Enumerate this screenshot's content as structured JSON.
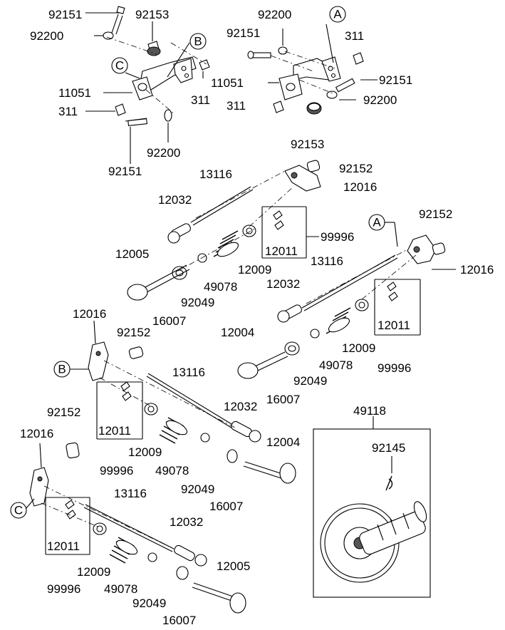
{
  "labels": {
    "l_92151_a": "92151",
    "l_92153_a": "92153",
    "l_92200_a": "92200",
    "l_11051_a": "11051",
    "l_311_a1": "311",
    "l_311_a2": "311",
    "l_92200_a2": "92200",
    "l_92151_a2": "92151",
    "l_92200_b": "92200",
    "l_92151_b": "92151",
    "l_311_b1": "311",
    "l_92151_b2": "92151",
    "l_11051_b": "11051",
    "l_92200_b2": "92200",
    "l_311_b2": "311",
    "l_92153_b": "92153",
    "l_13116_1": "13116",
    "l_92152_1": "92152",
    "l_12032_1": "12032",
    "l_12016_1": "12016",
    "l_99996_1": "99996",
    "l_12011_1": "12011",
    "l_12005_1": "12005",
    "l_12009_1": "12009",
    "l_49078_1": "49078",
    "l_92049_1": "92049",
    "l_16007_1": "16007",
    "l_92152_2": "92152",
    "l_12016_2": "12016",
    "l_13116_2": "13116",
    "l_12032_2": "12032",
    "l_12011_2": "12011",
    "l_12004_2": "12004",
    "l_12009_2": "12009",
    "l_99996_2": "99996",
    "l_49078_2": "49078",
    "l_92049_2": "92049",
    "l_16007_2": "16007",
    "l_12016_3": "12016",
    "l_92152_3": "92152",
    "l_13116_3": "13116",
    "l_12032_3": "12032",
    "l_12011_3": "12011",
    "l_12004_3": "12004",
    "l_12009_3": "12009",
    "l_99996_3": "99996",
    "l_49078_3": "49078",
    "l_92049_3": "92049",
    "l_16007_3": "16007",
    "l_92152_4": "92152",
    "l_12016_4": "12016",
    "l_13116_4": "13116",
    "l_12011_4": "12011",
    "l_12032_4": "12032",
    "l_12009_4": "12009",
    "l_12005_4": "12005",
    "l_99996_4": "99996",
    "l_49078_4": "49078",
    "l_92049_4": "92049",
    "l_16007_4": "16007",
    "l_49118": "49118",
    "l_92145": "92145"
  },
  "callouts": {
    "a_top": "A",
    "a_mid": "A",
    "b_top": "B",
    "b_mid": "B",
    "c_top": "C",
    "c_bot": "C"
  }
}
